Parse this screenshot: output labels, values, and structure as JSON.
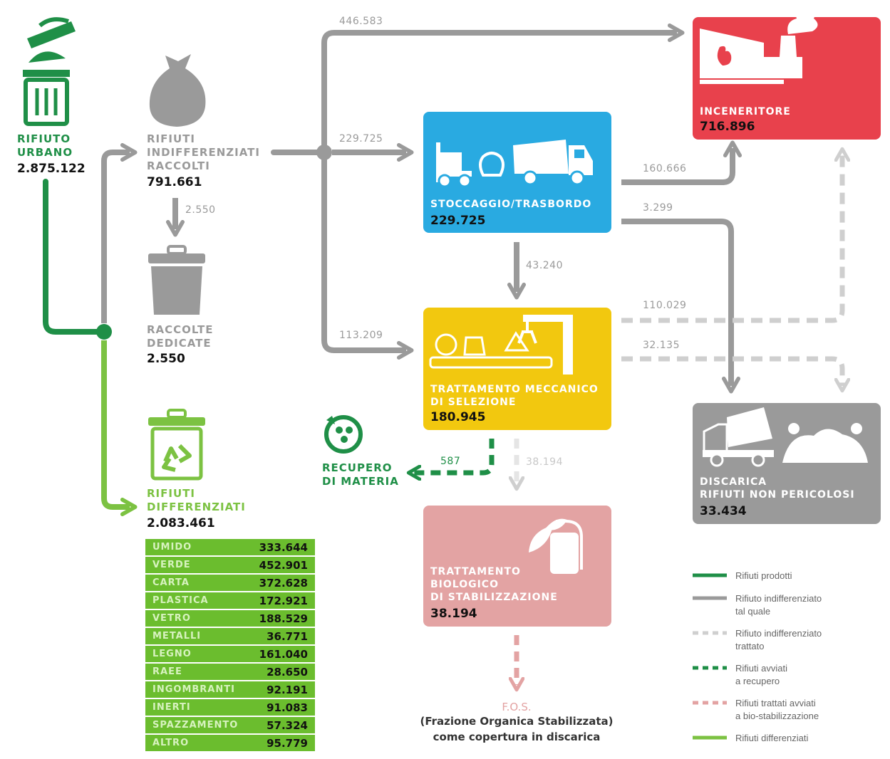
{
  "colors": {
    "dark_green": "#1f8f47",
    "light_green": "#7cc242",
    "gray": "#9a9a9a",
    "light_gray": "#c8c8c8",
    "red": "#e8414c",
    "blue": "#29aae1",
    "yellow": "#f2c80f",
    "pink": "#e3a3a3",
    "landfill_gray": "#9a9a9a",
    "table_green": "#6bbd2e"
  },
  "rifiuto_urbano": {
    "label": [
      "RIFIUTO",
      "URBANO"
    ],
    "value": "2.875.122",
    "icon": "trash-bin-icon"
  },
  "indifferenziati": {
    "label": [
      "RIFIUTI",
      "INDIFFERENZIATI",
      "RACCOLTI"
    ],
    "value": "791.661",
    "icon": "garbage-bag-icon"
  },
  "raccolte_dedicate": {
    "label": [
      "RACCOLTE",
      "DEDICATE"
    ],
    "value": "2.550",
    "icon": "dustbin-icon"
  },
  "differenziati": {
    "label": [
      "RIFIUTI",
      "DIFFERENZIATI"
    ],
    "value": "2.083.461",
    "icon": "recycle-bin-icon"
  },
  "differenziati_table": [
    {
      "name": "UMIDO",
      "value": "333.644"
    },
    {
      "name": "VERDE",
      "value": "452.901"
    },
    {
      "name": "CARTA",
      "value": "372.628"
    },
    {
      "name": "PLASTICA",
      "value": "172.921"
    },
    {
      "name": "VETRO",
      "value": "188.529"
    },
    {
      "name": "METALLI",
      "value": "36.771"
    },
    {
      "name": "LEGNO",
      "value": "161.040"
    },
    {
      "name": "RAEE",
      "value": "28.650"
    },
    {
      "name": "INGOMBRANTI",
      "value": "92.191"
    },
    {
      "name": "INERTI",
      "value": "91.083"
    },
    {
      "name": "SPAZZAMENTO",
      "value": "57.324"
    },
    {
      "name": "ALTRO",
      "value": "95.779"
    }
  ],
  "inceneritore": {
    "label": "INCENERITORE",
    "value": "716.896",
    "icon": "incinerator-icon"
  },
  "stoccaggio": {
    "label": "STOCCAGGIO/TRASBORDO",
    "value": "229.725",
    "icon": "forklift-truck-icon"
  },
  "trattamento_meccanico": {
    "label": [
      "TRATTAMENTO MECCANICO",
      "DI SELEZIONE"
    ],
    "value": "180.945",
    "icon": "sorting-machine-icon"
  },
  "trattamento_biologico": {
    "label": [
      "TRATTAMENTO",
      "BIOLOGICO",
      "DI STABILIZZAZIONE"
    ],
    "value": "38.194",
    "icon": "leaf-tank-icon"
  },
  "discarica": {
    "label": [
      "DISCARICA",
      "RIFIUTI NON PERICOLOSI"
    ],
    "value": "33.434",
    "icon": "dump-truck-icon"
  },
  "recupero": {
    "label": [
      "RECUPERO",
      "DI MATERIA"
    ],
    "icon": "recycle-icon"
  },
  "tos": {
    "lines": [
      "F.O.S.",
      "(Frazione Organica Stabilizzata)",
      "come copertura in discarica"
    ]
  },
  "flows": {
    "to_inceneritore_direct": "446.583",
    "to_stoccaggio": "229.725",
    "to_trattamento_direct": "113.209",
    "to_dedicate": "2.550",
    "stoccaggio_to_inceneritore": "160.666",
    "stoccaggio_to_discarica": "3.299",
    "stoccaggio_to_trattamento": "43.240",
    "trattamento_to_inceneritore": "110.029",
    "trattamento_to_discarica": "32.135",
    "to_recupero": "587",
    "to_biologico": "38.194"
  },
  "legend": [
    {
      "kind": "solid-dark-green",
      "text": [
        "Rifiuti prodotti"
      ]
    },
    {
      "kind": "solid-gray",
      "text": [
        "Rifiuto indifferenziato",
        "tal quale"
      ]
    },
    {
      "kind": "dashed-light-gray",
      "text": [
        "Rifiuto indifferenziato",
        "trattato"
      ]
    },
    {
      "kind": "dashed-green",
      "text": [
        "Rifiuti avviati",
        "a recupero"
      ]
    },
    {
      "kind": "dashed-pink",
      "text": [
        "Rifiuti trattati avviati",
        "a bio-stabilizzazione"
      ]
    },
    {
      "kind": "solid-light-green",
      "text": [
        "Rifiuti differenziati"
      ]
    }
  ]
}
